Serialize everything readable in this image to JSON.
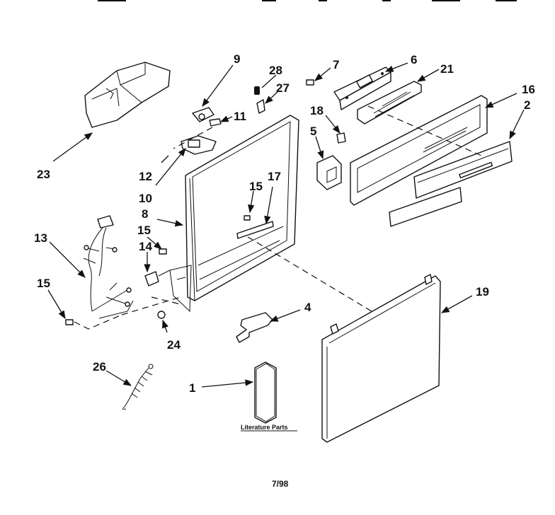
{
  "diagram": {
    "callouts": {
      "p1": "1",
      "p2": "2",
      "p4": "4",
      "p5": "5",
      "p6": "6",
      "p7": "7",
      "p8": "8",
      "p9": "9",
      "p10": "10",
      "p11": "11",
      "p12": "12",
      "p13": "13",
      "p14": "14",
      "p15a": "15",
      "p15b": "15",
      "p15c": "15",
      "p16": "16",
      "p17": "17",
      "p18": "18",
      "p19": "19",
      "p21": "21",
      "p23": "23",
      "p24": "24",
      "p26": "26",
      "p27": "27",
      "p28": "28"
    },
    "literature_label": "Literature Parts",
    "footer_date": "7/98"
  }
}
